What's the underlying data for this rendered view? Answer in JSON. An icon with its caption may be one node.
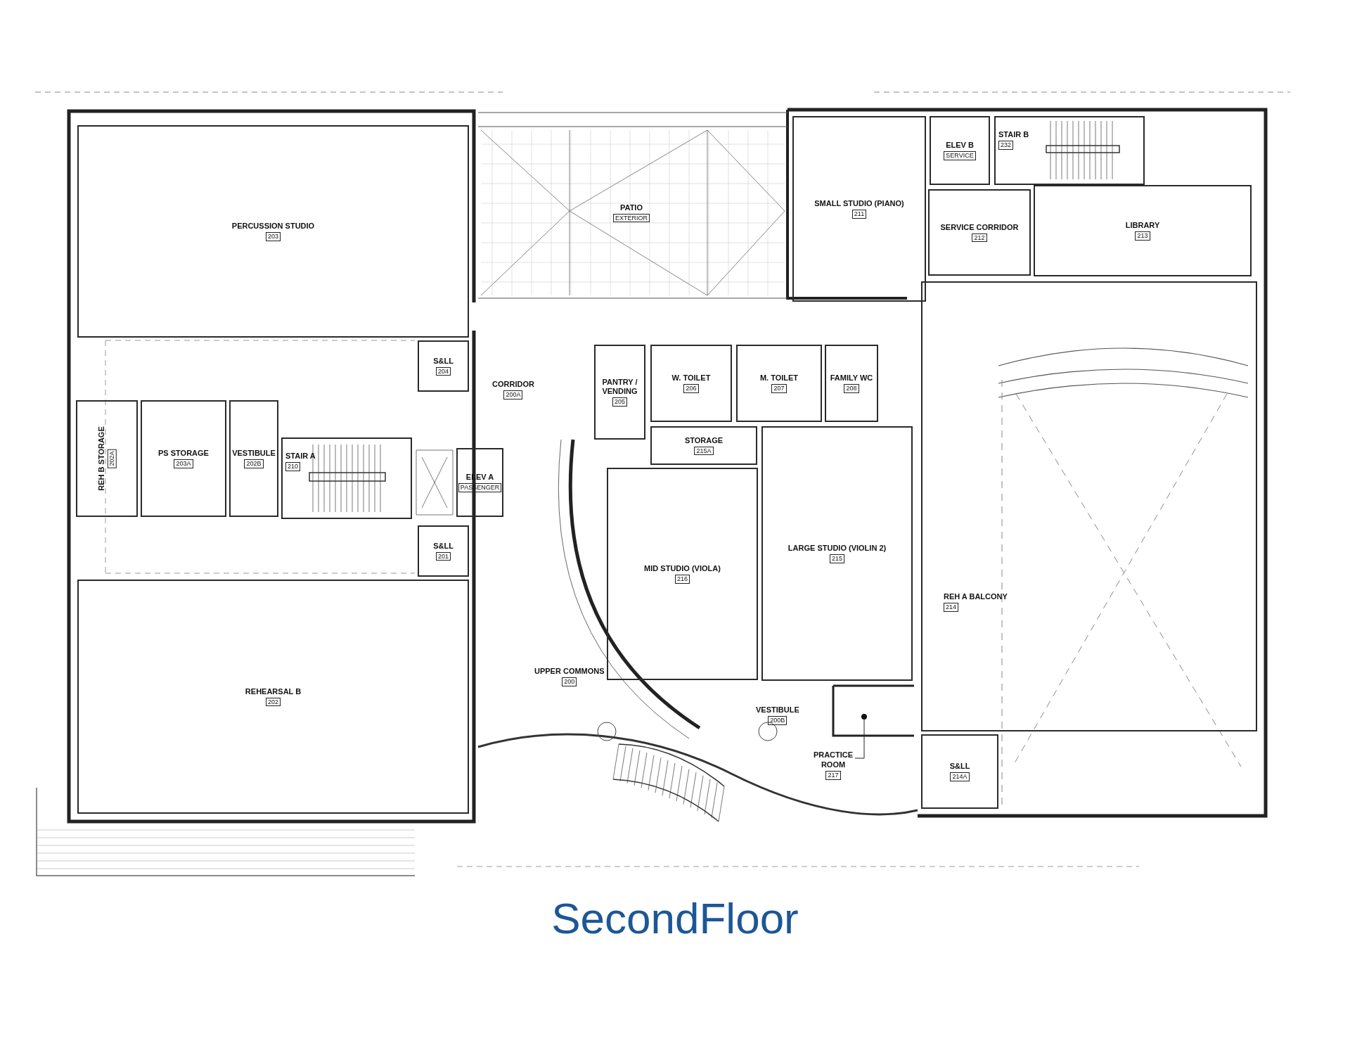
{
  "diagram": {
    "title": "SecondFloor",
    "nodes": [
      {
        "text": [
          "PERCUSSION STUDIO",
          "203"
        ]
      },
      {
        "text": [
          "PATIO",
          "EXTERIOR"
        ]
      },
      {
        "text": [
          "SMALL STUDIO (PIANO)",
          "211"
        ]
      },
      {
        "text": [
          "ELEV B",
          "SERVICE"
        ]
      },
      {
        "text": [
          "STAIR B",
          "232"
        ]
      },
      {
        "text": [
          "SERVICE CORRIDOR",
          "212"
        ]
      },
      {
        "text": [
          "LIBRARY",
          "213"
        ]
      },
      {
        "text": [
          "S&LL",
          "204"
        ]
      },
      {
        "text": [
          "W. TOILET",
          "206"
        ]
      },
      {
        "text": [
          "M. TOILET",
          "207"
        ]
      },
      {
        "text": [
          "FAMILY WC",
          "208"
        ]
      },
      {
        "text": [
          "PANTRY / VENDING",
          "205"
        ]
      },
      {
        "text": [
          "REH B STORAGE",
          "202A"
        ]
      },
      {
        "text": [
          "PS STORAGE",
          "203A"
        ]
      },
      {
        "text": [
          "VESTIBULE",
          "202B"
        ]
      },
      {
        "text": [
          "STAIR A",
          "210"
        ]
      },
      {
        "text": [
          "ELEV A",
          "PASSENGER"
        ]
      },
      {
        "text": [
          "STORAGE",
          "215A"
        ]
      },
      {
        "text": [
          "LARGE STUDIO (VIOLIN 2)",
          "215"
        ]
      },
      {
        "text": [
          "S&LL",
          "201"
        ]
      },
      {
        "text": [
          "MID STUDIO (VIOLA)",
          "216"
        ]
      },
      {
        "text": [
          "REH A BALCONY",
          "214"
        ]
      },
      {
        "text": [
          "REHEARSAL B",
          "202"
        ]
      },
      {
        "text": [],
        "shape": "circle"
      },
      {
        "text": [
          "PRACTICE ROOM",
          "217"
        ]
      },
      {
        "text": [
          "S&LL",
          "214A"
        ]
      }
    ],
    "edges": [
      {
        "from": 24,
        "to": 23,
        "arrow": "none"
      }
    ],
    "labels": [
      "CORRIDOR",
      "200A",
      "UPPER COMMONS",
      "200",
      "VESTIBULE",
      "200B"
    ]
  }
}
